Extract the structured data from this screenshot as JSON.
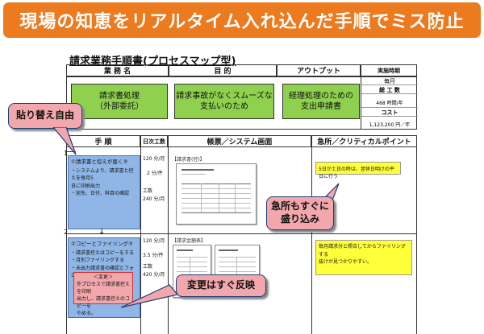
{
  "banner": {
    "text": "現場の知恵をリアルタイム入れ込んだ手順でミス防止"
  },
  "doc_title": "請求業務手順書(プロセスマップ型)",
  "header_row": {
    "business_name": "業 務 名",
    "purpose": "目 的",
    "output": "アウトプット",
    "timing": "実施時期"
  },
  "green_boxes": {
    "business": "請求書処理\n（外部委託）",
    "purpose": "請求事故がなくスムーズな\n支払いのため",
    "output": "経理処理のための\n支出申請書"
  },
  "side_info": {
    "frequency": "毎月",
    "total_hours_label": "総 工 数",
    "total_hours_value": "468  時間/年",
    "cost_label": "コスト",
    "cost_value": "1,123,200  円／年"
  },
  "columns": {
    "procedure": "手 順",
    "daily_work": "日次工数",
    "forms": "帳票／システム画面",
    "critical": "急所／クリティカルポイント"
  },
  "steps": {
    "step1_num": "1",
    "step1_title": "①請求書と控えが届く③",
    "step1_lines": [
      "・システムより、請求書と控えを毎月5",
      "日に印刷出力",
      "・宛先、日付、科目の確認"
    ],
    "step2_num": "2",
    "step2_title": "②コピーとファイリング③",
    "step2_lines": [
      "・請求書控えはコピーをする",
      "・月別ファイリングする",
      "・未出力請求書の確認とフォロー"
    ],
    "step2_change_head": "＜変更＞",
    "step2_change_lines": [
      "外プロセスで請求書控えを印刷",
      "出力し、請求書控えのコピーを",
      "やめる。"
    ]
  },
  "work": {
    "w1a": "120  分/月",
    "w1b": "2  分/件",
    "w1c_label": "工数",
    "w1c": "240  分/月",
    "w2a": "120  分/月",
    "w2b": "3.5  分/件",
    "w2c_label": "工数",
    "w2c": "420  分/月"
  },
  "forms": {
    "form1_label": "【請求書(控)】",
    "form2_label": "【請求金額表】"
  },
  "notes": {
    "note1": "5日が土日の時は、翌休日明けの平日に行う",
    "note2": "毎月請求分と照合してからファイリングする\n抜けが見つかりやすい。"
  },
  "callouts": {
    "paste_free": "貼り替え自由",
    "critical_included": "急所もすぐに\n盛り込み",
    "change_reflect": "変更はすぐ反映"
  },
  "colors": {
    "banner": "#ec7a1e",
    "green": "#8fd14f",
    "callout": "#f2a7ad",
    "step_box": "#8fb6e6",
    "note": "#ffff3a"
  }
}
